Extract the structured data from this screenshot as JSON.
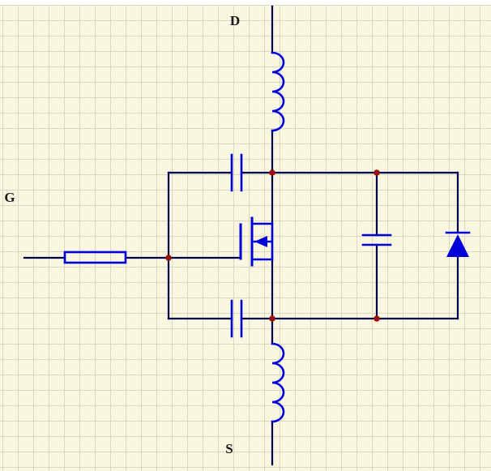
{
  "labels": {
    "drain": "D",
    "gate": "G",
    "source": "S"
  },
  "colors": {
    "background": "#faf7e1",
    "grid": "#d9d7bf",
    "wire": "#00004e",
    "component": "#0000d8",
    "junction": "#991111",
    "label": "#1a1a1a",
    "margin": "#ffffff"
  },
  "components": [
    {
      "name": "top-inductor",
      "type": "inductor"
    },
    {
      "name": "bottom-inductor",
      "type": "inductor"
    },
    {
      "name": "gate-resistor",
      "type": "resistor"
    },
    {
      "name": "gate-top-capacitor",
      "type": "capacitor"
    },
    {
      "name": "gate-bottom-capacitor",
      "type": "capacitor"
    },
    {
      "name": "drain-source-capacitor",
      "type": "capacitor"
    },
    {
      "name": "protection-diode",
      "type": "diode"
    },
    {
      "name": "power-mosfet",
      "type": "n-channel-mosfet"
    }
  ],
  "junction_count": 5
}
